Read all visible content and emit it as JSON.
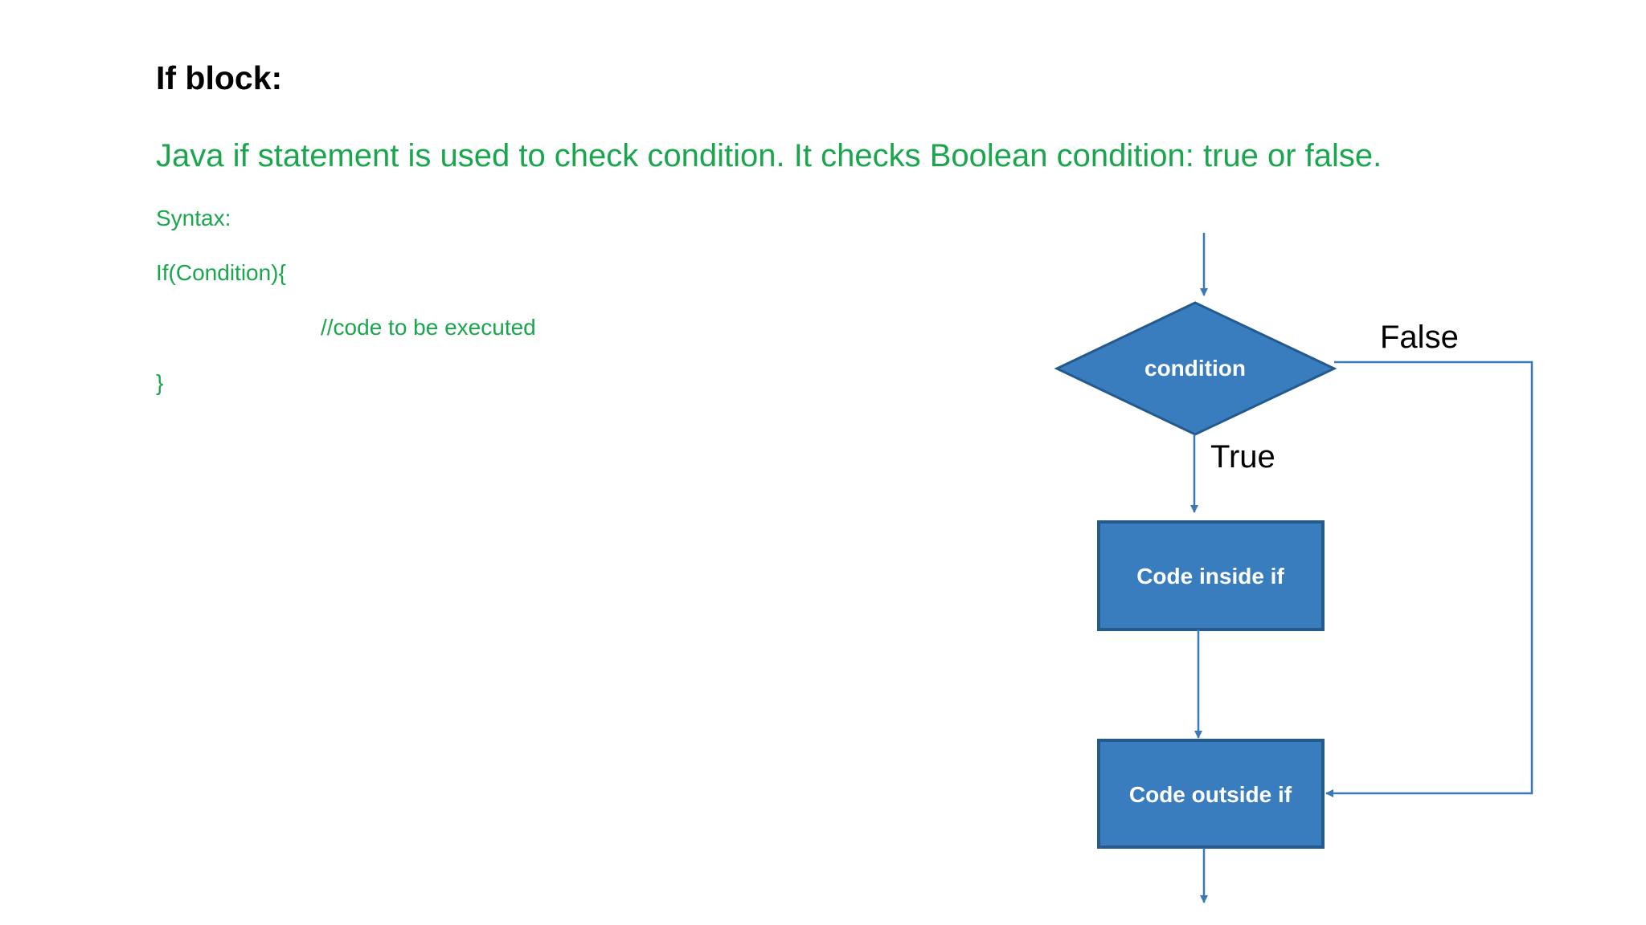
{
  "slide": {
    "title": "If block:",
    "subtitle": "Java if statement is used to check condition. It checks Boolean condition: true or false."
  },
  "syntax": {
    "label": "Syntax:",
    "line1": "If(Condition){",
    "line2": "//code to be executed",
    "line3": "}"
  },
  "flowchart": {
    "condition_label": "condition",
    "true_label": "True",
    "false_label": "False",
    "inside_box_label": "Code inside if",
    "outside_box_label": "Code outside if",
    "colors": {
      "shape_fill": "#3a7dbf",
      "shape_border": "#245a8c",
      "arrow": "#3a79b8",
      "shape_text": "#ffffff",
      "branch_text": "#000000"
    }
  }
}
